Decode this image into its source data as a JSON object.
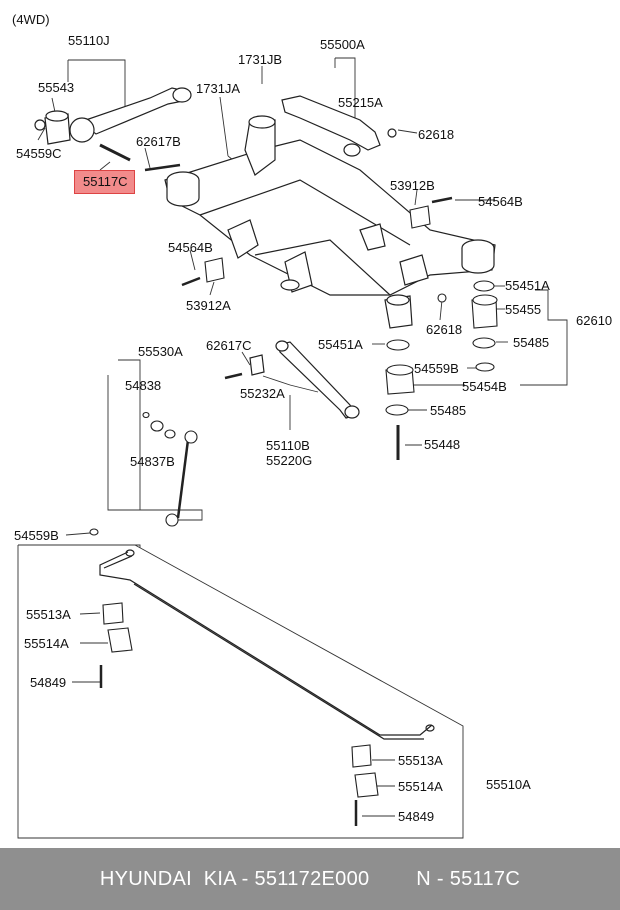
{
  "header": {
    "variant": "(4WD)"
  },
  "labels": {
    "l55110J": "55110J",
    "l55543": "55543",
    "l54559C": "54559C",
    "l55117C": "55117C",
    "l62617B": "62617B",
    "l1731JB": "1731JB",
    "l1731JA": "1731JA",
    "l55500A": "55500A",
    "l55215A": "55215A",
    "l62618a": "62618",
    "l53912B": "53912B",
    "l54564Ba": "54564B",
    "l54564Bb": "54564B",
    "l53912A": "53912A",
    "l55451Aa": "55451A",
    "l55455": "55455",
    "l62610": "62610",
    "l62618b": "62618",
    "l55485a": "55485",
    "l55530A": "55530A",
    "l62617C": "62617C",
    "l55451Ab": "55451A",
    "l54838": "54838",
    "l54559Ba": "54559B",
    "l55454B": "55454B",
    "l55232A": "55232A",
    "l55485b": "55485",
    "l54837B": "54837B",
    "l55110B": "55110B",
    "l55220G": "55220G",
    "l55448": "55448",
    "l54559Bb": "54559B",
    "l55513Aa": "55513A",
    "l55514Aa": "55514A",
    "l54849a": "54849",
    "l55513Ab": "55513A",
    "l55514Ab": "55514A",
    "l55510A": "55510A",
    "l54849b": "54849"
  },
  "colors": {
    "highlight": "#f28b8b",
    "footer_bg": "#8f8f8f",
    "footer_text": "#ffffff"
  },
  "footer": {
    "brand": "HYUNDAI  KIA - 551172E000",
    "code": "N - 55117C"
  }
}
